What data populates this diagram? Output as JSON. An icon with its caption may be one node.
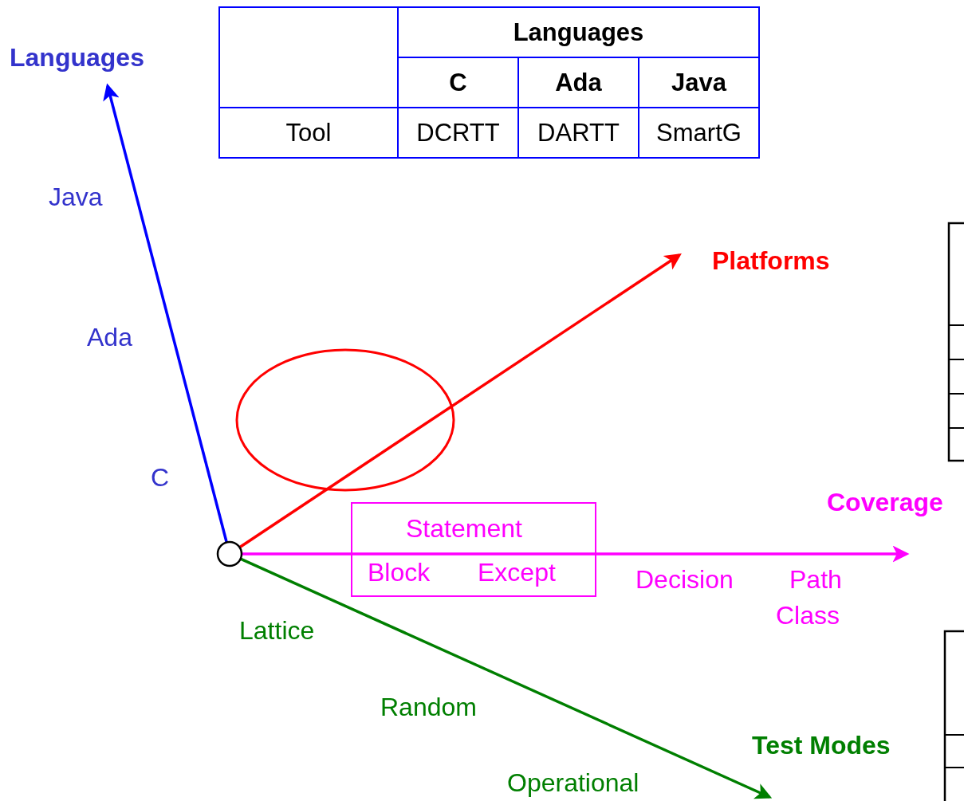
{
  "diagram": {
    "nodes": [
      {
        "text": [],
        "shape": "ellipse"
      },
      {
        "text": [
          "Statement",
          "Block",
          "Except"
        ]
      },
      {
        "text": [],
        "shape": "circle"
      }
    ],
    "labels": [
      "Languages",
      "C",
      "Ada",
      "Java",
      "Tool",
      "DCRTT",
      "DARTT",
      "SmartG",
      "Languages",
      "Java",
      "Platforms",
      "Ada",
      "C",
      "Coverage",
      "Decision",
      "Path",
      "Class",
      "Lattice",
      "Random",
      "Test Modes",
      "Operational"
    ]
  }
}
